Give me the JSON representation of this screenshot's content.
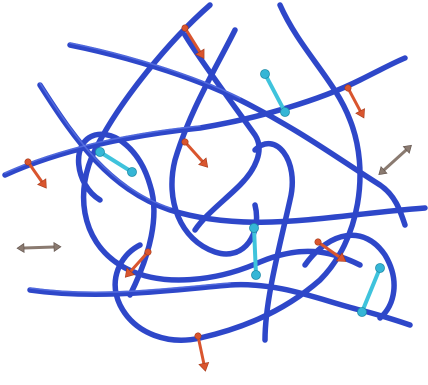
{
  "figure": {
    "background": "#ffffff",
    "chain_color": "#2e47c9",
    "crosslink_color": "#3fc3dc",
    "dangling_color": "#d9552e",
    "free_molecule_color": "#8a7a70",
    "legend": [],
    "components": [
      "polymer-chain",
      "crosslink",
      "dangling-end",
      "free-molecule"
    ]
  }
}
